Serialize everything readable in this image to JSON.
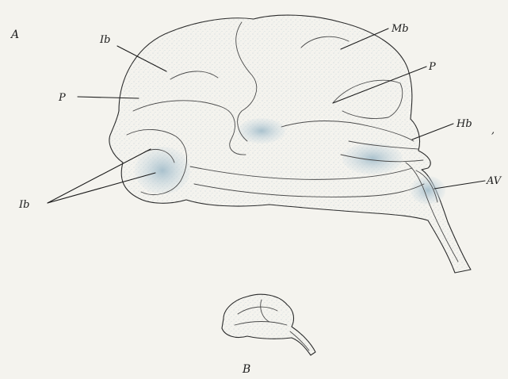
{
  "figure": {
    "panel_a_label": "A",
    "panel_b_label": "B",
    "callouts": {
      "ib": "Ib",
      "mb": "Mb",
      "p_left": "P",
      "p_right": "P",
      "hb": "Hb",
      "lb": "Ib",
      "av": "AV"
    },
    "stray_mark": ","
  },
  "colors": {
    "paper": "#f4f3ee",
    "ink": "#2a2a2a",
    "stipple": "#9fb8c6"
  }
}
